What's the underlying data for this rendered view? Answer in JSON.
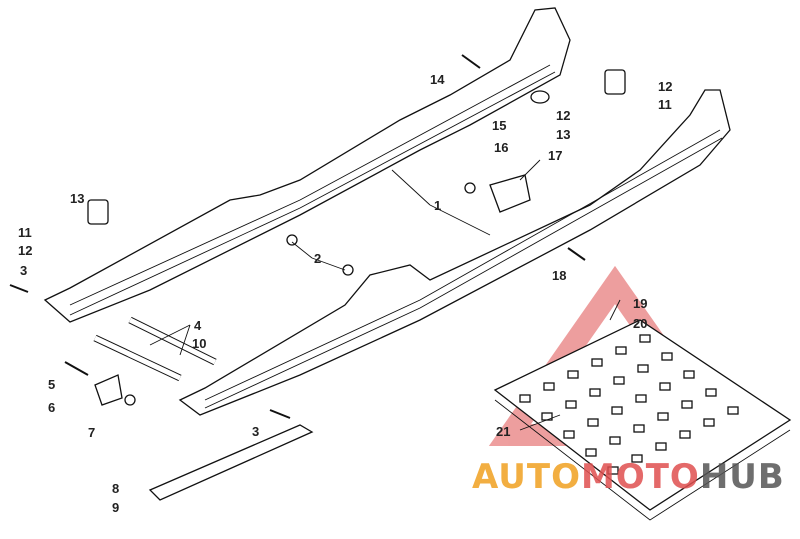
{
  "callouts": [
    {
      "id": "1",
      "text": "1"
    },
    {
      "id": "2",
      "text": "2"
    },
    {
      "id": "3a",
      "text": "3"
    },
    {
      "id": "3b",
      "text": "3"
    },
    {
      "id": "4",
      "text": "4"
    },
    {
      "id": "5",
      "text": "5"
    },
    {
      "id": "6",
      "text": "6"
    },
    {
      "id": "7",
      "text": "7"
    },
    {
      "id": "8",
      "text": "8"
    },
    {
      "id": "9",
      "text": "9"
    },
    {
      "id": "10",
      "text": "10"
    },
    {
      "id": "11a",
      "text": "11"
    },
    {
      "id": "11b",
      "text": "11"
    },
    {
      "id": "12a",
      "text": "12"
    },
    {
      "id": "12b",
      "text": "12"
    },
    {
      "id": "12c",
      "text": "12"
    },
    {
      "id": "13a",
      "text": "13"
    },
    {
      "id": "13b",
      "text": "13"
    },
    {
      "id": "14",
      "text": "14"
    },
    {
      "id": "15",
      "text": "15"
    },
    {
      "id": "16",
      "text": "16"
    },
    {
      "id": "17",
      "text": "17"
    },
    {
      "id": "18",
      "text": "18"
    },
    {
      "id": "19",
      "text": "19"
    },
    {
      "id": "20",
      "text": "20"
    },
    {
      "id": "21",
      "text": "21"
    }
  ],
  "watermark": {
    "text_part1": "AUTO",
    "text_part2": "MOTO",
    "text_part3": "HUB",
    "color_orange": "#f0a020",
    "color_red": "#e05050",
    "color_gray": "#555555"
  }
}
